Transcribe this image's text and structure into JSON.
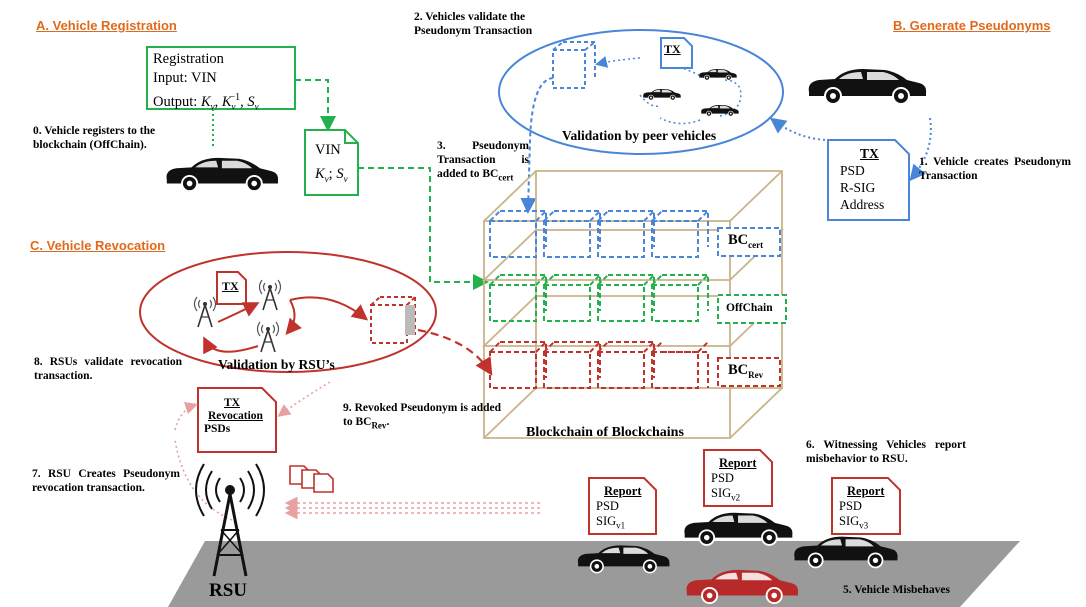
{
  "sections": {
    "registration": "A. Vehicle Registration",
    "pseudonyms": "B. Generate Pseudonyms",
    "revocation": "C. Vehicle Revocation"
  },
  "registration_box": {
    "title": "Registration",
    "input": "Input: VIN",
    "output_prefix": "Output: ",
    "kv": "K",
    "kv_sub": "v",
    "kv_inv_sup": "−1",
    "sv": "S",
    "sv_sub": "v"
  },
  "vin_doc": {
    "title": "VIN",
    "kv": "K",
    "kv_sub": "v",
    "sv": "S",
    "sv_sub": "v"
  },
  "steps": {
    "s0": "0. Vehicle registers to the blockchain (OffChain).",
    "s1": "1. Vehicle creates Pseudonym Transaction",
    "s2": "2. Vehicles validate the Pseudonym Transaction",
    "s3_a": "3. Pseudonym Transaction is added to BC",
    "s3_sub": "cert",
    "s5": "5. Vehicle Misbehaves",
    "s6": "6. Witnessing Vehicles report misbehavior to RSU.",
    "s7": "7. RSU Creates Pseudonym revocation transaction.",
    "s8": "8. RSUs validate revocation transaction.",
    "s9_a": "9. Revoked Pseudonym is added to BC",
    "s9_sub": "Rev",
    "s9_end": "."
  },
  "peer_ellipse": {
    "label": "Validation by peer vehicles",
    "tx": "TX"
  },
  "rsu_ellipse": {
    "label": "Validation by RSU’s",
    "tx": "TX"
  },
  "pseudonym_tx": {
    "title": "TX",
    "lines": [
      "PSD",
      "R-SIG",
      "Address"
    ]
  },
  "revocation_tx": {
    "title": "TX",
    "subtitle": "Revocation",
    "line": "PSDs"
  },
  "chains": {
    "cert_label": "BC",
    "cert_sub": "cert",
    "offchain_label": "OffChain",
    "rev_label": "BC",
    "rev_sub": "Rev",
    "caption": "Blockchain of Blockchains"
  },
  "reports": [
    {
      "title": "Report",
      "psd": "PSD",
      "sig": "SIG",
      "sig_sub": "v1"
    },
    {
      "title": "Report",
      "psd": "PSD",
      "sig": "SIG",
      "sig_sub": "v2"
    },
    {
      "title": "Report",
      "psd": "PSD",
      "sig": "SIG",
      "sig_sub": "v3"
    }
  ],
  "rsu_label": "RSU",
  "colors": {
    "green": "#22b14c",
    "blue": "#4a86d8",
    "red": "#c0322c",
    "orange": "#e06a1c",
    "tan": "#c9b48a",
    "road": "#9a9a9a",
    "car": "#111111",
    "car_red": "#b82a2a"
  }
}
